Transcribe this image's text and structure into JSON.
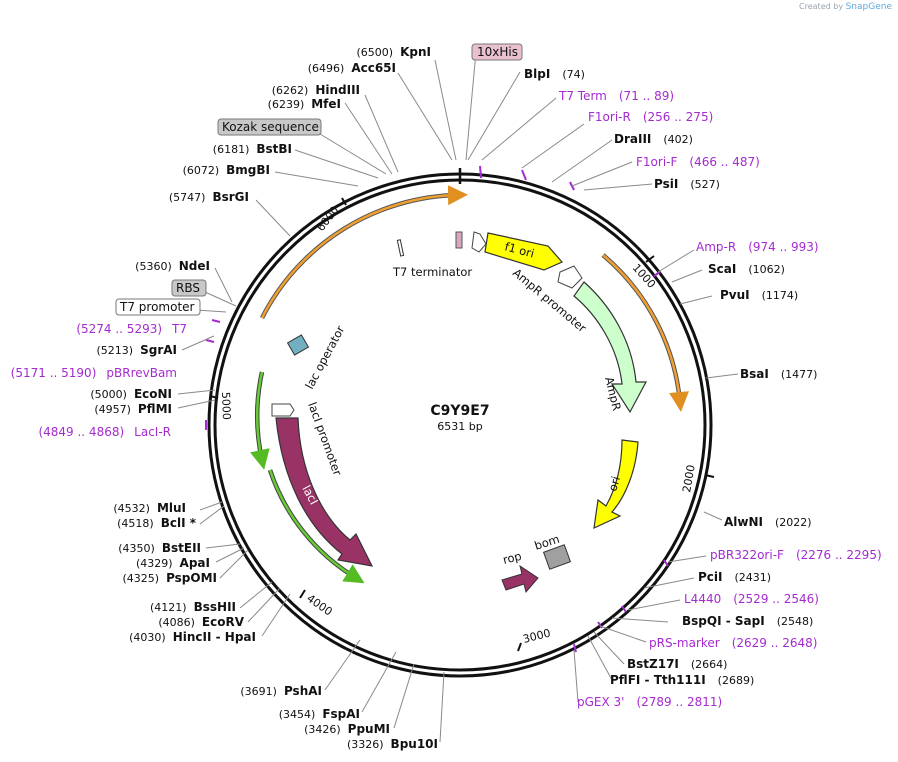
{
  "credit": {
    "prefix": "Created by",
    "brand": "SnapGene"
  },
  "plasmid": {
    "name": "C9Y9E7",
    "size": "6531 bp"
  },
  "ticks": [
    "1000",
    "2000",
    "3000",
    "4000",
    "5000",
    "6000"
  ],
  "sites": [
    {
      "id": "KpnI",
      "name": "KpnI",
      "pos": "(6500)",
      "side": "L"
    },
    {
      "id": "Acc65I",
      "name": "Acc65I",
      "pos": "(6496)",
      "side": "L"
    },
    {
      "id": "HindIII",
      "name": "HindIII",
      "pos": "(6262)",
      "side": "L"
    },
    {
      "id": "MfeI",
      "name": "MfeI",
      "pos": "(6239)",
      "side": "L"
    },
    {
      "id": "BstBI",
      "name": "BstBI",
      "pos": "(6181)",
      "side": "L"
    },
    {
      "id": "BmgBI",
      "name": "BmgBI",
      "pos": "(6072)",
      "side": "L"
    },
    {
      "id": "BsrGI",
      "name": "BsrGI",
      "pos": "(5747)",
      "side": "L"
    },
    {
      "id": "NdeI",
      "name": "NdeI",
      "pos": "(5360)",
      "side": "L"
    },
    {
      "id": "SgrAI",
      "name": "SgrAI",
      "pos": "(5213)",
      "side": "L"
    },
    {
      "id": "EcoNI",
      "name": "EcoNI",
      "pos": "(5000)",
      "side": "L"
    },
    {
      "id": "PflMI",
      "name": "PflMI",
      "pos": "(4957)",
      "side": "L"
    },
    {
      "id": "MluI",
      "name": "MluI",
      "pos": "(4532)",
      "side": "L"
    },
    {
      "id": "BclI",
      "name": "BclI *",
      "pos": "(4518)",
      "side": "L"
    },
    {
      "id": "BstEII",
      "name": "BstEII",
      "pos": "(4350)",
      "side": "L"
    },
    {
      "id": "ApaI",
      "name": "ApaI",
      "pos": "(4329)",
      "side": "L"
    },
    {
      "id": "PspOMI",
      "name": "PspOMI",
      "pos": "(4325)",
      "side": "L"
    },
    {
      "id": "BssHII",
      "name": "BssHII",
      "pos": "(4121)",
      "side": "L"
    },
    {
      "id": "EcoRV",
      "name": "EcoRV",
      "pos": "(4086)",
      "side": "L"
    },
    {
      "id": "HincII",
      "name": "HincII  - HpaI",
      "pos": "(4030)",
      "side": "L"
    },
    {
      "id": "PshAI",
      "name": "PshAI",
      "pos": "(3691)",
      "side": "L"
    },
    {
      "id": "FspAI",
      "name": "FspAI",
      "pos": "(3454)",
      "side": "L"
    },
    {
      "id": "PpuMI",
      "name": "PpuMI",
      "pos": "(3426)",
      "side": "L"
    },
    {
      "id": "Bpu10I",
      "name": "Bpu10I",
      "pos": "(3326)",
      "side": "L"
    },
    {
      "id": "BlpI",
      "name": "BlpI",
      "pos": "(74)",
      "side": "R"
    },
    {
      "id": "DraIII",
      "name": "DraIII",
      "pos": "(402)",
      "side": "R"
    },
    {
      "id": "PsiI",
      "name": "PsiI",
      "pos": "(527)",
      "side": "R"
    },
    {
      "id": "ScaI",
      "name": "ScaI",
      "pos": "(1062)",
      "side": "R"
    },
    {
      "id": "PvuI",
      "name": "PvuI",
      "pos": "(1174)",
      "side": "R"
    },
    {
      "id": "BsaI",
      "name": "BsaI",
      "pos": "(1477)",
      "side": "R"
    },
    {
      "id": "AlwNI",
      "name": "AlwNI",
      "pos": "(2022)",
      "side": "R"
    },
    {
      "id": "PciI",
      "name": "PciI",
      "pos": "(2431)",
      "side": "R"
    },
    {
      "id": "BspQI",
      "name": "BspQI  - SapI",
      "pos": "(2548)",
      "side": "R"
    },
    {
      "id": "BstZ17I",
      "name": "BstZ17I",
      "pos": "(2664)",
      "side": "R"
    },
    {
      "id": "PflFI",
      "name": "PflFI  - Tth111I",
      "pos": "(2689)",
      "side": "R"
    }
  ],
  "primers": [
    {
      "id": "T7Term",
      "name": "T7 Term",
      "range": "(71 .. 89)"
    },
    {
      "id": "F1oriR",
      "name": "F1ori-R",
      "range": "(256 .. 275)"
    },
    {
      "id": "F1oriF",
      "name": "F1ori-F",
      "range": "(466 .. 487)"
    },
    {
      "id": "AmpR",
      "name": "Amp-R",
      "range": "(974 .. 993)"
    },
    {
      "id": "pBR322oriF",
      "name": "pBR322ori-F",
      "range": "(2276 .. 2295)"
    },
    {
      "id": "L4440",
      "name": "L4440",
      "range": "(2529 .. 2546)"
    },
    {
      "id": "pRSmarker",
      "name": "pRS-marker",
      "range": "(2629 .. 2648)"
    },
    {
      "id": "pGEX3",
      "name": "pGEX 3'",
      "range": "(2789 .. 2811)"
    },
    {
      "id": "T7",
      "name": "T7",
      "range": "(5274 .. 5293)"
    },
    {
      "id": "pBRrevBam",
      "name": "pBRrevBam",
      "range": "(5171 .. 5190)"
    },
    {
      "id": "LacIR",
      "name": "LacI-R",
      "range": "(4849 .. 4868)"
    }
  ],
  "boxed_features": {
    "his": "10xHis",
    "kozak": "Kozak sequence",
    "rbs": "RBS",
    "t7promoter": "T7 promoter"
  },
  "features": {
    "t7terminator": "T7 terminator",
    "f1ori": "f1 ori",
    "amprpromoter": "AmpR promoter",
    "ampr": "AmpR",
    "ori": "ori",
    "rop": "rop",
    "bom": "bom",
    "lacoperator": "lac operator",
    "laclpromoter": "lacI promoter",
    "lacl": "lacI"
  },
  "colors": {
    "backbone": "#111111",
    "primer": "#a52bd1",
    "yellow_feature": "#ffff00",
    "ampr_feature": "#ccffcc",
    "lacI_feature": "#993366",
    "rop_feature": "#993366",
    "bom_feature": "#a0a0a0",
    "orange_arc": "#f0a030",
    "green_arc": "#66cc33",
    "his_box": "#e8c0d0",
    "grey_box": "#c8c8c8"
  }
}
